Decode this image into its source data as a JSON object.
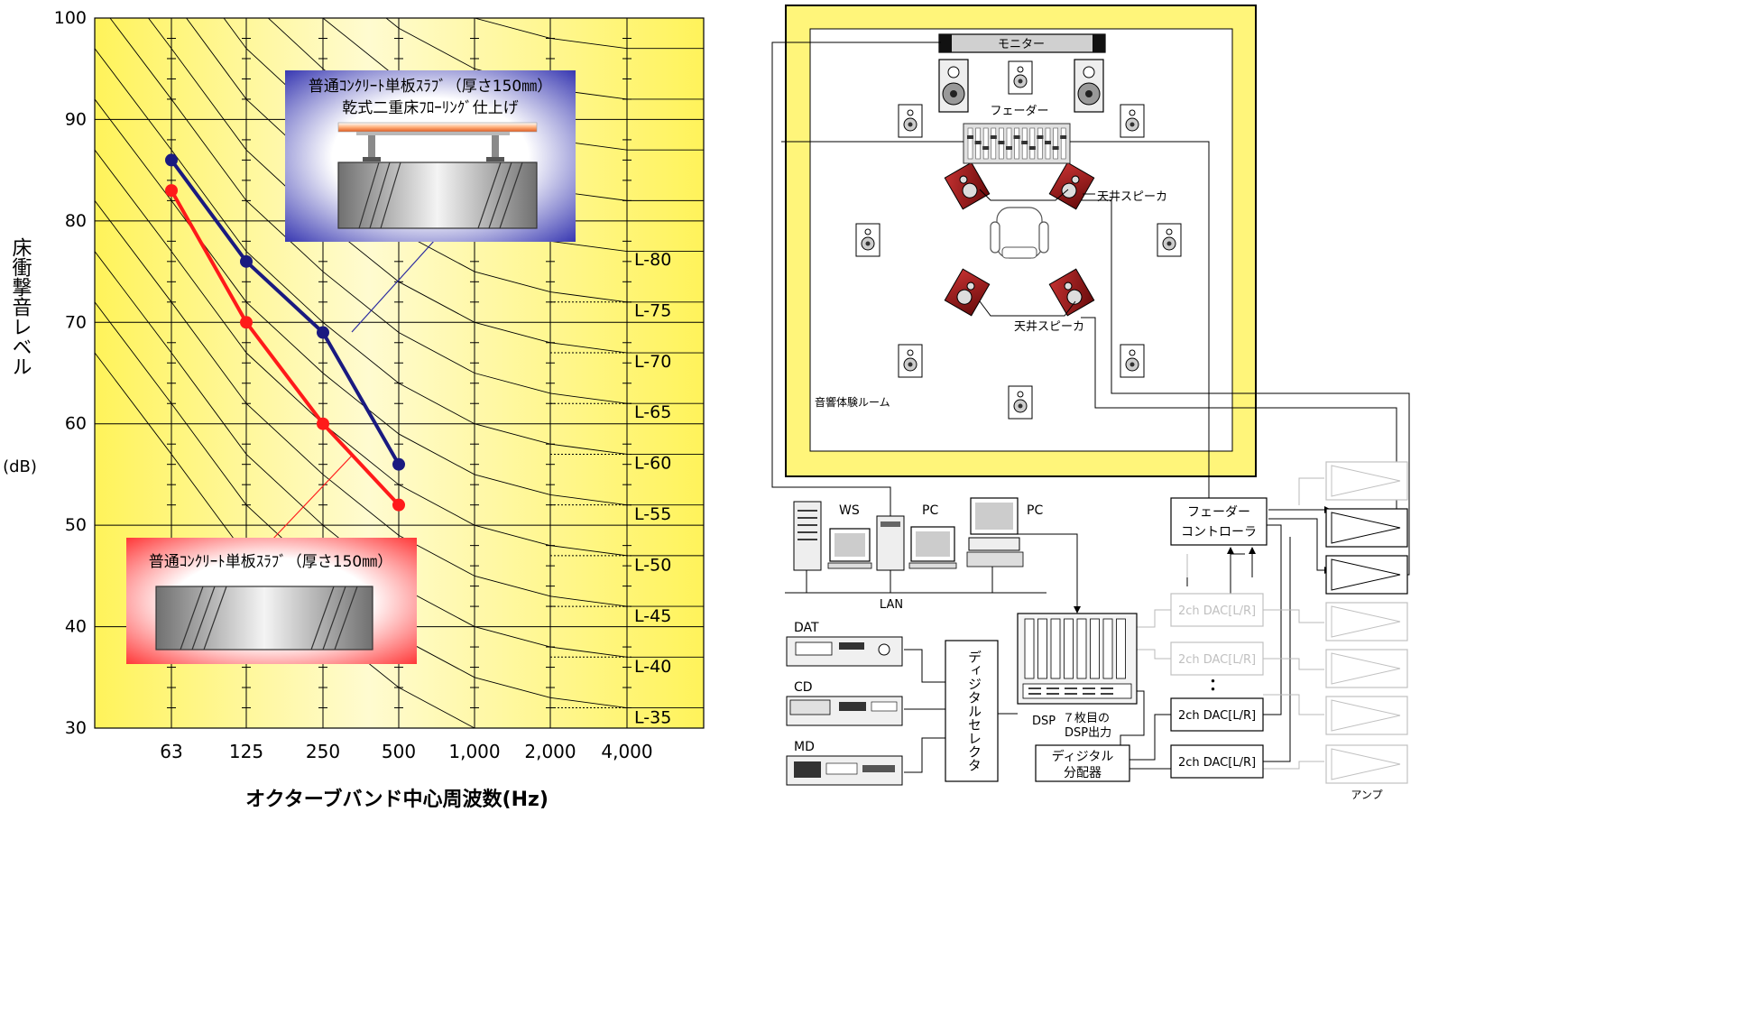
{
  "chart_data": {
    "type": "line",
    "xlabel": "オクターブバンド中心周波数(Hz)",
    "ylabel": "床衝撃音レベル",
    "yunit": "(dB)",
    "categories": [
      "63",
      "125",
      "250",
      "500",
      "1,000",
      "2,000",
      "4,000"
    ],
    "ylim": [
      30,
      100
    ],
    "yticks": [
      "100",
      "90",
      "80",
      "70",
      "60",
      "50",
      "40",
      "30"
    ],
    "grid": true,
    "background": "#fff78a",
    "series": [
      {
        "name": "普通コンクリート単板スラブ（厚さ150mm）乾式二重床フローリング仕上げ",
        "color": "#1a1a80",
        "values": [
          86,
          76,
          69,
          56
        ]
      },
      {
        "name": "普通コンクリート単板スラブ（厚さ150mm）",
        "color": "#ff1a1a",
        "values": [
          83,
          70,
          60,
          52
        ]
      }
    ],
    "reference_curves": [
      "L-80",
      "L-75",
      "L-70",
      "L-65",
      "L-60",
      "L-55",
      "L-50",
      "L-45",
      "L-40",
      "L-35"
    ],
    "callouts": {
      "dry_floor": [
        "普通ｺﾝｸﾘｰﾄ単板ｽﾗﾌﾞ（厚さ150㎜）",
        "乾式二重床ﾌﾛｰﾘﾝｸﾞ仕上げ"
      ],
      "bare_slab": [
        "普通ｺﾝｸﾘｰﾄ単板ｽﾗﾌﾞ（厚さ150㎜）"
      ]
    }
  },
  "diagram": {
    "room_label": "音響体験ルーム",
    "monitor": "モニター",
    "fader": "フェーダー",
    "ceiling_speaker_top": "天井スピーカ",
    "ceiling_speaker_bottom": "天井スピーカ",
    "ws": "WS",
    "pc1": "PC",
    "pc2": "PC",
    "lan": "LAN",
    "fader_controller_1": "フェーダー",
    "fader_controller_2": "コントローラ",
    "dat": "DAT",
    "cd": "CD",
    "md": "MD",
    "digital_selector": "ディジタルセレクタ",
    "dsp": "DSP",
    "dsp_out_1": "７枚目の",
    "dsp_out_2": "DSP出力",
    "distributor_1": "ディジタル",
    "distributor_2": "分配器",
    "dac": "2ch DAC[L/R]",
    "ellipsis": "：",
    "amp": "アンプ"
  }
}
